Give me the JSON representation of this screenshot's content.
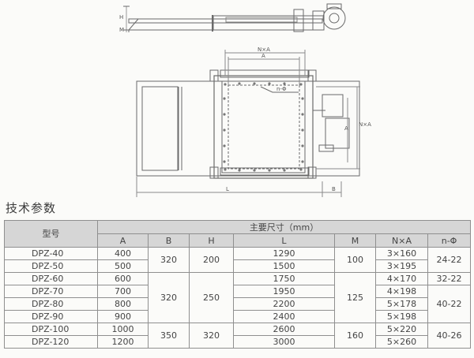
{
  "section_title": "技术参数",
  "drawing": {
    "labels": {
      "top_h": "H",
      "top_m": "M",
      "dim_nxa": "N×A",
      "dim_a_top": "A",
      "hole_note": "n-Φ",
      "dim_a_side": "A",
      "dim_nxa_side": "N×A",
      "dim_l": "L",
      "dim_b": "B"
    }
  },
  "table": {
    "head_model": "型号",
    "head_group": "主要尺寸（mm）",
    "columns": [
      "A",
      "B",
      "H",
      "L",
      "M",
      "N×A",
      "n-Φ"
    ],
    "rows": [
      {
        "model": "DPZ-40",
        "A": "400",
        "L": "1290",
        "NxA": "3×160"
      },
      {
        "model": "DPZ-50",
        "A": "500",
        "L": "1500",
        "NxA": "3×195"
      },
      {
        "model": "DPZ-60",
        "A": "600",
        "L": "1750",
        "NxA": "4×170"
      },
      {
        "model": "DPZ-70",
        "A": "700",
        "L": "1950",
        "NxA": "4×198"
      },
      {
        "model": "DPZ-80",
        "A": "800",
        "L": "2200",
        "NxA": "5×178"
      },
      {
        "model": "DPZ-90",
        "A": "900",
        "L": "2400",
        "NxA": "5×198"
      },
      {
        "model": "DPZ-100",
        "A": "1000",
        "L": "2600",
        "NxA": "5×220"
      },
      {
        "model": "DPZ-120",
        "A": "1200",
        "L": "3000",
        "NxA": "5×260"
      }
    ],
    "merged": {
      "B_1": "320",
      "B_2": "320",
      "B_3": "350",
      "H_1": "200",
      "H_2": "250",
      "H_3": "320",
      "M_1": "100",
      "M_2": "125",
      "M_3": "160",
      "n_1": "24-22",
      "n_2": "32-22",
      "n_3": "40-22",
      "n_4": "40-26"
    }
  }
}
